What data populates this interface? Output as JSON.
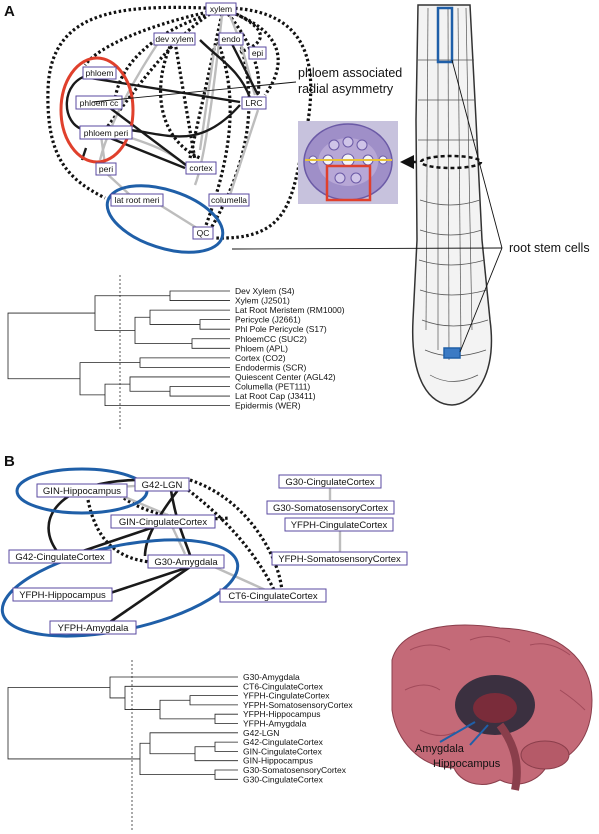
{
  "panels": {
    "a": "A",
    "b": "B"
  },
  "a": {
    "nodes": {
      "xylem": "xylem",
      "dev_xylem": "dev xylem",
      "endo": "endo",
      "epi": "epi",
      "phloem": "phloem",
      "phloem_cc": "phloem cc",
      "phloem_peri": "phloem peri",
      "lrc": "LRC",
      "cortex": "cortex",
      "peri": "peri",
      "lat_root_meri": "lat root meri",
      "columella": "columella",
      "qc": "QC"
    },
    "annotation_line1": "phloem associated",
    "annotation_line2": "radial asymmetry",
    "root_label": "root stem cells",
    "dendro_leaves": [
      "Dev Xylem (S4)",
      "Xylem (J2501)",
      "Lat Root Meristem (RM1000)",
      "Pericycle (J2661)",
      "Phl Pole Pericycle (S17)",
      "PhloemCC (SUC2)",
      "Phloem (APL)",
      "Cortex (CO2)",
      "Endodermis (SCR)",
      "Quiescent Center (AGL42)",
      "Columella (PET111)",
      "Lat Root Cap (J3411)",
      "Epidermis (WER)"
    ]
  },
  "b": {
    "nodes": {
      "g42_lgn": "G42-LGN",
      "gin_hip": "GIN-Hippocampus",
      "gin_cing": "GIN-CingulateCortex",
      "g42_cing": "G42-CingulateCortex",
      "g30_amyg": "G30-Amygdala",
      "yfph_hip": "YFPH-Hippocampus",
      "yfph_amyg": "YFPH-Amygdala",
      "ct6_cing": "CT6-CingulateCortex",
      "g30_cing": "G30-CingulateCortex",
      "g30_soma": "G30-SomatosensoryCortex",
      "yfph_cing": "YFPH-CingulateCortex",
      "yfph_soma": "YFPH-SomatosensoryCortex"
    },
    "dendro_leaves": [
      "G30-Amygdala",
      "CT6-CingulateCortex",
      "YFPH-CingulateCortex",
      "YFPH-SomatosensoryCortex",
      "YFPH-Hippocampus",
      "YFPH-Amygdala",
      "G42-LGN",
      "G42-CingulateCortex",
      "GIN-CingulateCortex",
      "GIN-Hippocampus",
      "G30-SomatosensoryCortex",
      "G30-CingulateCortex"
    ],
    "brain_labels": {
      "amygdala": "Amygdala",
      "hippocampus": "Hippocampus"
    }
  },
  "colors": {
    "red_circle": "#e0402c",
    "blue_circle": "#1f5fa8",
    "node_border": "#5a4aa0",
    "gray_edge": "#bdbdbd",
    "black_edge": "#1a1a1a",
    "brain": "#c46a78"
  }
}
